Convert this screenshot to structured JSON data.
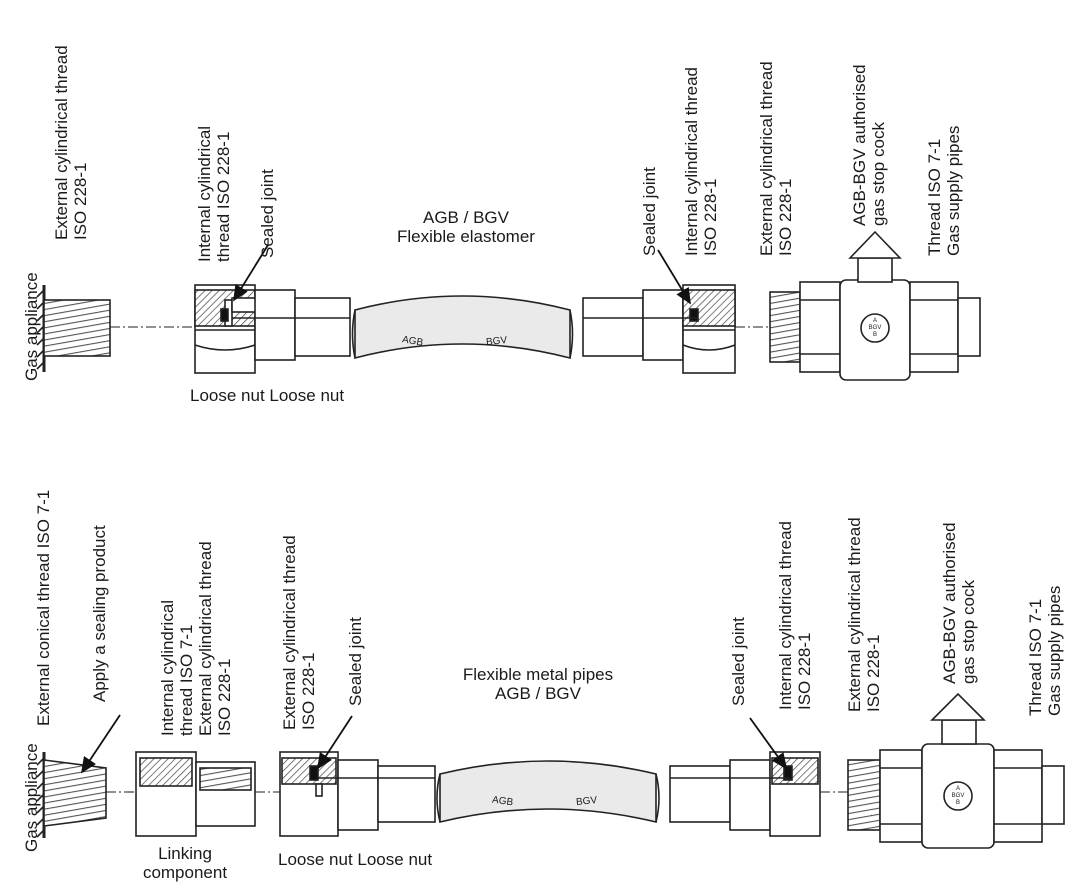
{
  "top": {
    "gas_appliance": "Gas appliance",
    "ext_cyl_iso228": "External cylindrical thread\nISO 228-1",
    "int_cyl_iso228_left": "Internal cylindrical\nthread ISO 228-1",
    "sealed_joint_left": "Sealed joint",
    "hose_title": "AGB / BGV\nFlexible elastomer",
    "sealed_joint_right": "Sealed joint",
    "int_cyl_iso228_right": "Internal cylindrical thread\nISO 228-1",
    "ext_cyl_iso228_right": "External cylindrical thread\nISO 228-1",
    "stop_cock": "AGB-BGV authorised\ngas stop cock",
    "thread_supply": "Thread ISO 7-1\nGas supply pipes",
    "loose_nut": "Loose nut Loose nut",
    "hose_agb": "AGB",
    "hose_bgv": "BGV",
    "valve_badge": "A\nBGV\nB"
  },
  "bottom": {
    "gas_appliance": "Gas appliance",
    "ext_conical": "External conical thread ISO 7-1",
    "apply_sealing": "Apply a sealing product",
    "int_cyl_iso71": "Internal cylindrical\nthread ISO 7-1\nExternal cylindrical thread\nISO 228-1",
    "ext_cyl_sealed": "External cylindrical thread\nISO 228-1",
    "sealed_joint_left": "Sealed joint",
    "hose_title": "Flexible metal pipes\nAGB / BGV",
    "sealed_joint_right": "Sealed joint",
    "int_cyl_iso228_right": "Internal cylindrical thread\nISO 228-1",
    "ext_cyl_iso228_right": "External cylindrical thread\nISO 228-1",
    "stop_cock": "AGB-BGV authorised\ngas stop cock",
    "thread_supply": "Thread ISO 7-1\nGas supply pipes",
    "linking": "Linking\ncomponent",
    "loose_nut": "Loose nut Loose nut",
    "hose_agb": "AGB",
    "hose_bgv": "BGV",
    "valve_badge": "A\nBGV\nB"
  }
}
